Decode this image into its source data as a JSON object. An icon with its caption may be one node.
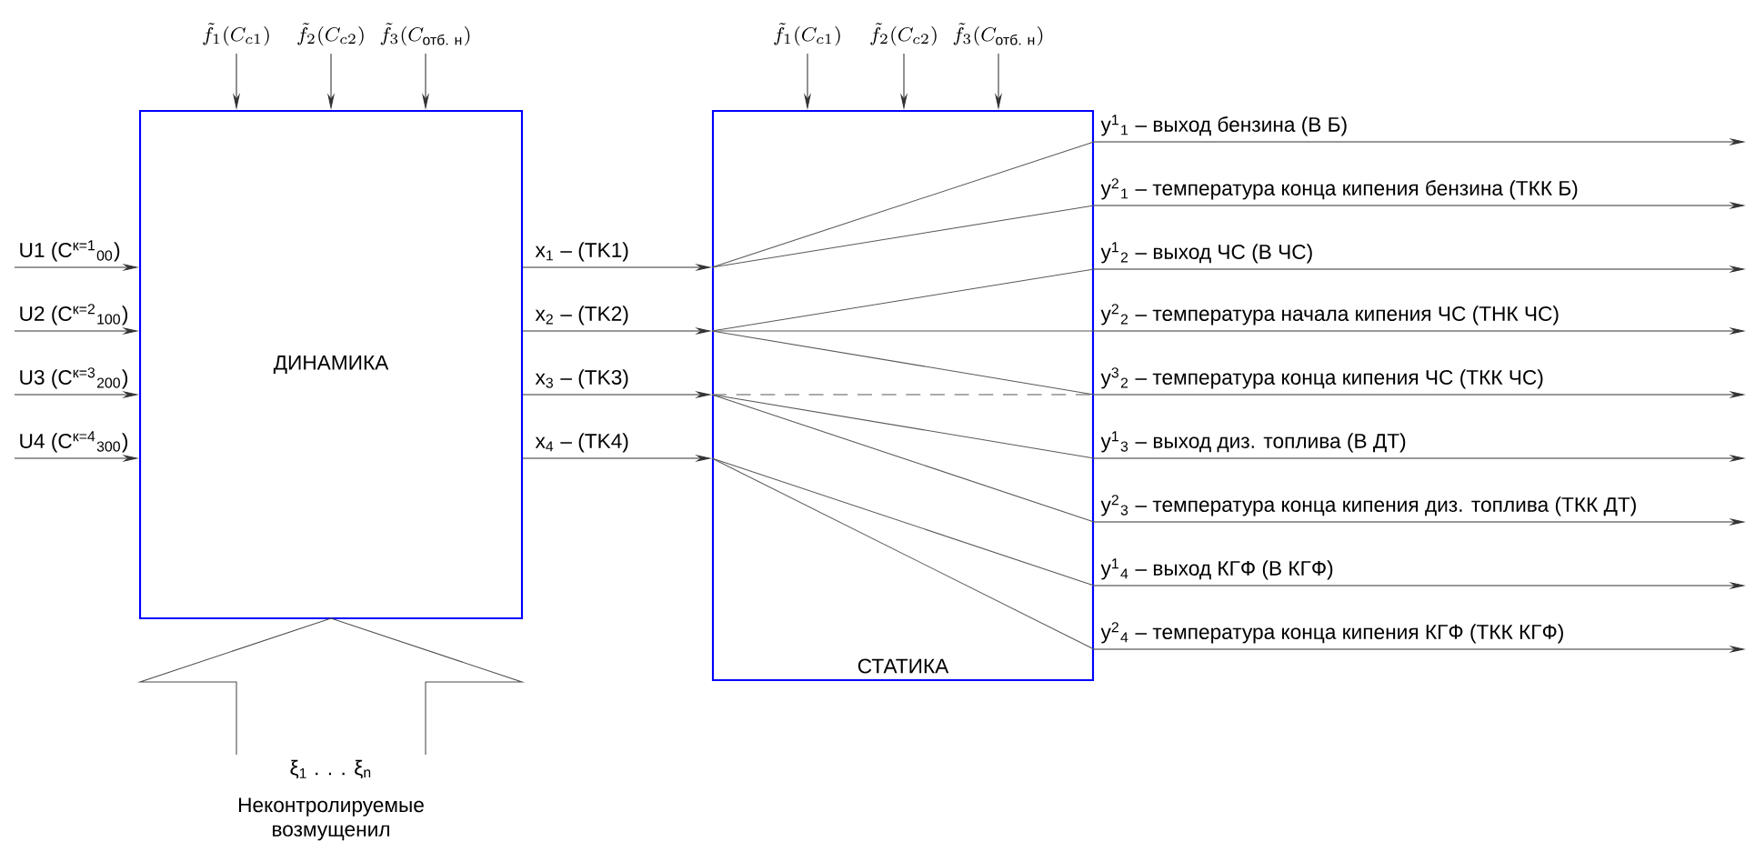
{
  "diagram": {
    "nodes": [
      {
        "text": [
          "ДИНАМИКА"
        ]
      },
      {
        "text": [
          "СТАТИКА"
        ]
      },
      {
        "text": [
          "ξ$_{1}$ . . . ξ$_{n}$"
        ],
        "beside": [
          "Неконтролируемые возмущенил"
        ]
      }
    ],
    "edges": [
      {
        "from": null,
        "to": 0,
        "arrow": "to",
        "label": "\\tilde{f}_1(C_{c1})"
      },
      {
        "from": null,
        "to": 0,
        "arrow": "to",
        "label": "\\tilde{f}_2(C_{c2})"
      },
      {
        "from": null,
        "to": 0,
        "arrow": "to",
        "label": "\\tilde{f}_3(C_{\\text{отб. н}})"
      },
      {
        "from": null,
        "to": 1,
        "arrow": "to",
        "label": "\\tilde{f}_1(C_{c1})"
      },
      {
        "from": null,
        "to": 1,
        "arrow": "to",
        "label": "\\tilde{f}_2(C_{c2})"
      },
      {
        "from": null,
        "to": 1,
        "arrow": "to",
        "label": "\\tilde{f}_3(C_{\\text{отб. н}})"
      },
      {
        "from": null,
        "to": 0,
        "arrow": "to",
        "label": "U1 (C$^{к=1}$$_{00}$)"
      },
      {
        "from": null,
        "to": 0,
        "arrow": "to",
        "label": "U2 (C$^{к=2}$$_{100}$)"
      },
      {
        "from": null,
        "to": 0,
        "arrow": "to",
        "label": "U3 (C$^{к=3}$$_{200}$)"
      },
      {
        "from": null,
        "to": 0,
        "arrow": "to",
        "label": "U4 (C$^{к=4}$$_{300}$)"
      },
      {
        "from": 0,
        "to": 1,
        "arrow": "to",
        "label": "x$_{1}$ – (TK1)"
      },
      {
        "from": 0,
        "to": 1,
        "arrow": "to",
        "label": "x$_{2}$ – (TK2)"
      },
      {
        "from": 0,
        "to": 1,
        "arrow": "to",
        "label": "x$_{3}$ – (TK3)"
      },
      {
        "from": 0,
        "to": 1,
        "arrow": "to",
        "label": "x$_{4}$ – (TK4)"
      },
      {
        "from": 1,
        "to": null,
        "arrow": "to",
        "label": "y$^{1}$$_{1}$ – выход бензина (В Б)"
      },
      {
        "from": 1,
        "to": null,
        "arrow": "to",
        "label": "y$^{2}$$_{1}$ – температура конца кипения бензина (ТКК Б)"
      },
      {
        "from": 1,
        "to": null,
        "arrow": "to",
        "label": "y$^{1}$$_{2}$ – выход ЧС (В ЧС)"
      },
      {
        "from": 1,
        "to": null,
        "arrow": "to",
        "label": "y$^{2}$$_{2}$ – температура начала кипения ЧС (ТНК ЧС)"
      },
      {
        "from": 1,
        "to": null,
        "arrow": "to",
        "label": "y$^{3}$$_{2}$ – температура конца кипения ЧС (ТКК ЧС)"
      },
      {
        "from": 1,
        "to": null,
        "arrow": "to",
        "label": "y$^{1}$$_{3}$ – выход диз. топлива (В ДТ)"
      },
      {
        "from": 1,
        "to": null,
        "arrow": "to",
        "label": "y$^{2}$$_{3}$ – температура конца кипения диз. топлива (ТКК ДТ)"
      },
      {
        "from": 1,
        "to": null,
        "arrow": "to",
        "label": "y$^{1}$$_{4}$ – выход КГФ (В КГФ)"
      },
      {
        "from": 1,
        "to": null,
        "arrow": "to",
        "label": "y$^{2}$$_{4}$ – температура конца кипения КГФ (ТКК КГФ)"
      }
    ]
  }
}
